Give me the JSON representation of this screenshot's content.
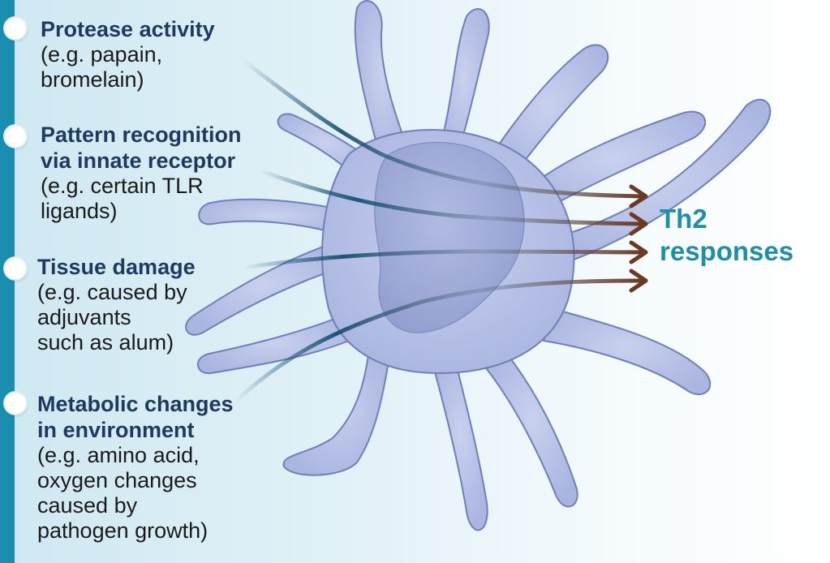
{
  "colors": {
    "side_bar": "#1a8eb1",
    "cell_fill": "#b9c3e6",
    "cell_outline": "#6f7fb8",
    "nucleus_fill": "#9ea9d6",
    "arrow_head": "#6b3a24",
    "arrow_tail": "#0d4a6b",
    "title_text": "#1e3a5f",
    "output_text": "#1e8fa6"
  },
  "factors": [
    {
      "title": "Protease activity",
      "example": "(e.g. papain,\nbromelain)"
    },
    {
      "title": "Pattern recognition\nvia innate receptor",
      "example": "(e.g. certain TLR\nligands)"
    },
    {
      "title": "Tissue damage",
      "example": "(e.g. caused by\nadjuvants\nsuch as alum)"
    },
    {
      "title": "Metabolic changes\nin environment",
      "example": "(e.g. amino acid,\noxygen changes\ncaused by\npathogen growth)"
    }
  ],
  "output": {
    "label": "Th2\nresponses"
  }
}
